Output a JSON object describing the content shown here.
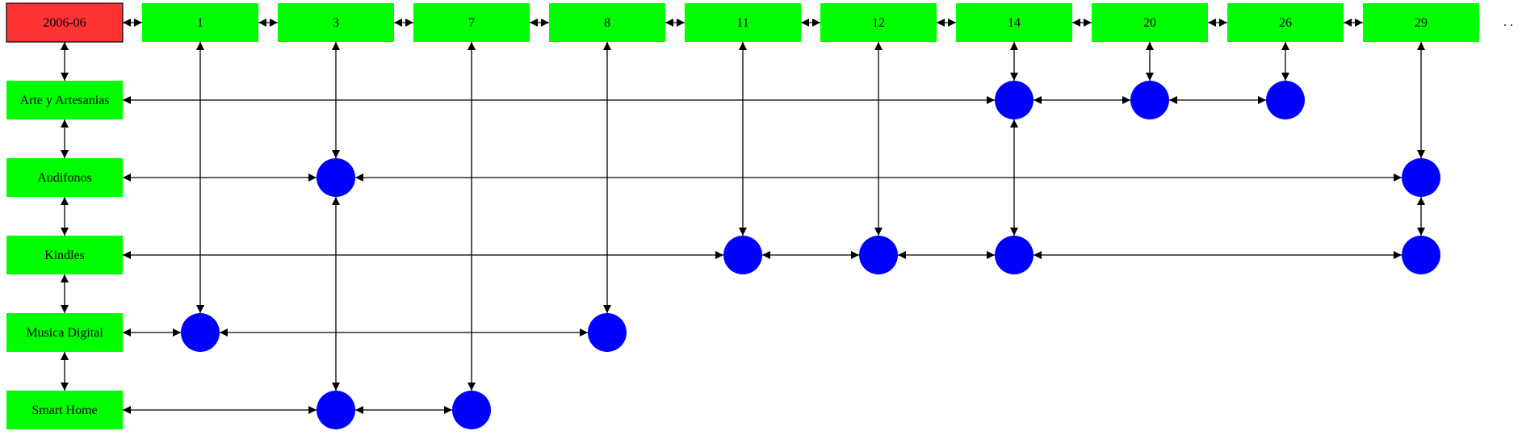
{
  "colors": {
    "root_fill": "#ff3333",
    "header_fill": "#00ff00",
    "node_fill": "#0000ff",
    "edge": "#000000"
  },
  "root": {
    "label": "2006-06"
  },
  "columns": [
    "1",
    "3",
    "7",
    "8",
    "11",
    "12",
    "14",
    "20",
    "26",
    "29"
  ],
  "ellipsis": ". .",
  "rows": [
    "Arte y Artesanias",
    "Audifonos",
    "Kindles",
    "Musica Digital",
    "Smart Home"
  ],
  "nodes": {
    "Arte y Artesanias": [
      "14",
      "20",
      "26"
    ],
    "Audifonos": [
      "3",
      "29"
    ],
    "Kindles": [
      "11",
      "12",
      "14",
      "29"
    ],
    "Musica Digital": [
      "1",
      "8"
    ],
    "Smart Home": [
      "3",
      "7"
    ]
  },
  "vertical_links": [
    [
      "1",
      "Musica Digital"
    ],
    [
      "3",
      "Audifonos"
    ],
    [
      "3",
      "Smart Home"
    ],
    [
      "7",
      "Smart Home"
    ],
    [
      "8",
      "Musica Digital"
    ],
    [
      "11",
      "Kindles"
    ],
    [
      "12",
      "Kindles"
    ],
    [
      "14",
      "Arte y Artesanias"
    ],
    [
      "14",
      "Kindles"
    ],
    [
      "20",
      "Arte y Artesanias"
    ],
    [
      "26",
      "Arte y Artesanias"
    ],
    [
      "29",
      "Audifonos"
    ],
    [
      "29",
      "Kindles"
    ]
  ]
}
